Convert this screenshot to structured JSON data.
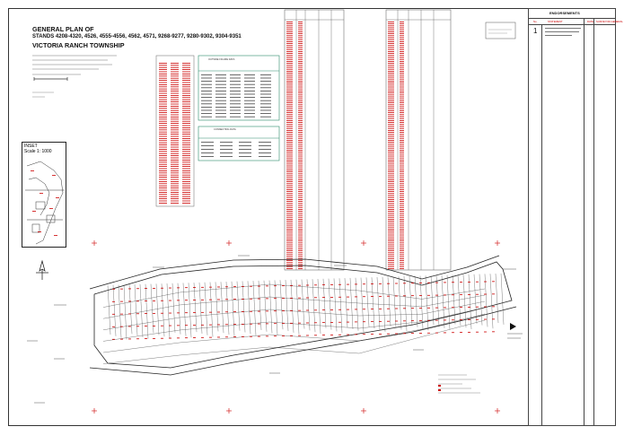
{
  "plan": {
    "title_lines": [
      "GENERAL PLAN OF",
      "STANDS 4208-4320, 4526, 4555-4556, 4562, 4571, 9268-9277, 9280-9302, 9304-9351",
      "VICTORIA RANCH TOWNSHIP"
    ]
  },
  "inset": {
    "title": "INSET",
    "scale": "Scale 1: 1000"
  },
  "tables": {
    "outside_figure": "OUTSIDE FIGURE DATA",
    "connecting": "CONNECTING DATA"
  },
  "endorsements": {
    "title": "ENDORSEMENTS",
    "col_no": "No.",
    "col_statement": "STATEMENT",
    "col_date": "DATE",
    "col_signature": "SURVEYOR-GENERAL",
    "row_number": "1"
  }
}
